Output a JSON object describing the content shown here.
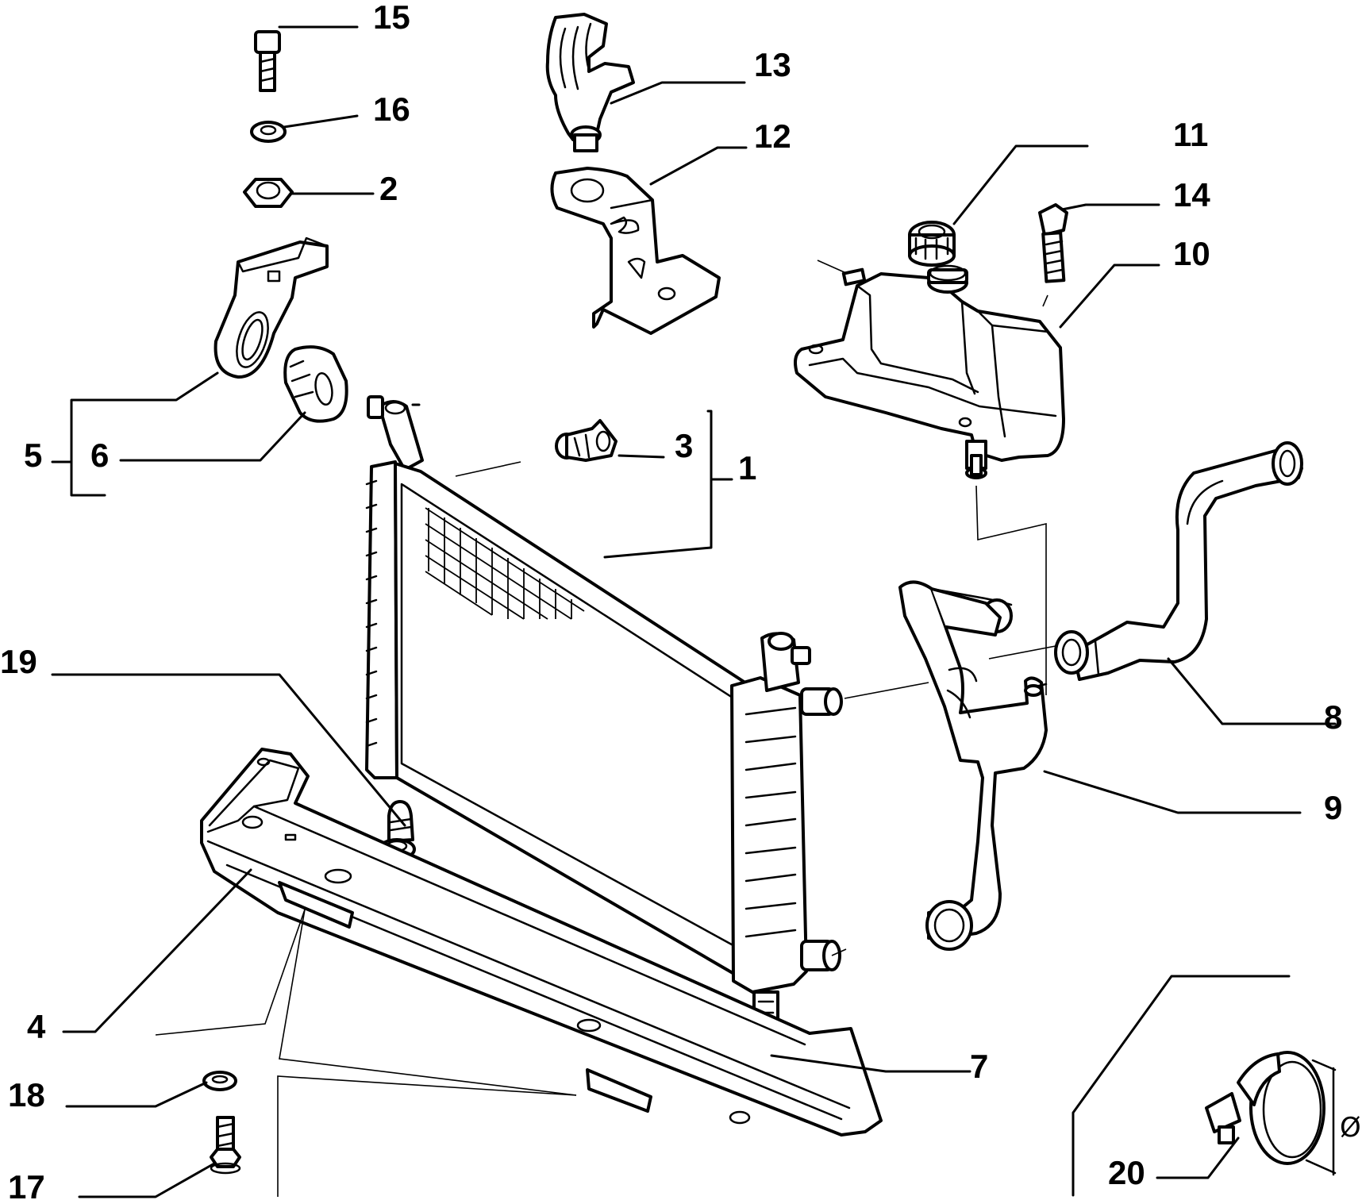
{
  "callouts": [
    {
      "id": "c1",
      "label": "1"
    },
    {
      "id": "c2",
      "label": "2"
    },
    {
      "id": "c3",
      "label": "3"
    },
    {
      "id": "c4",
      "label": "4"
    },
    {
      "id": "c5",
      "label": "5"
    },
    {
      "id": "c6",
      "label": "6"
    },
    {
      "id": "c7",
      "label": "7"
    },
    {
      "id": "c8",
      "label": "8"
    },
    {
      "id": "c9",
      "label": "9"
    },
    {
      "id": "c10",
      "label": "10"
    },
    {
      "id": "c11",
      "label": "11"
    },
    {
      "id": "c12",
      "label": "12"
    },
    {
      "id": "c13",
      "label": "13"
    },
    {
      "id": "c14",
      "label": "14"
    },
    {
      "id": "c15",
      "label": "15"
    },
    {
      "id": "c16",
      "label": "16"
    },
    {
      "id": "c17",
      "label": "17"
    },
    {
      "id": "c18",
      "label": "18"
    },
    {
      "id": "c19",
      "label": "19"
    },
    {
      "id": "c20",
      "label": "20"
    }
  ],
  "diameter_symbol": "Ø",
  "colors": {
    "ink": "#000000",
    "paper": "#ffffff"
  }
}
